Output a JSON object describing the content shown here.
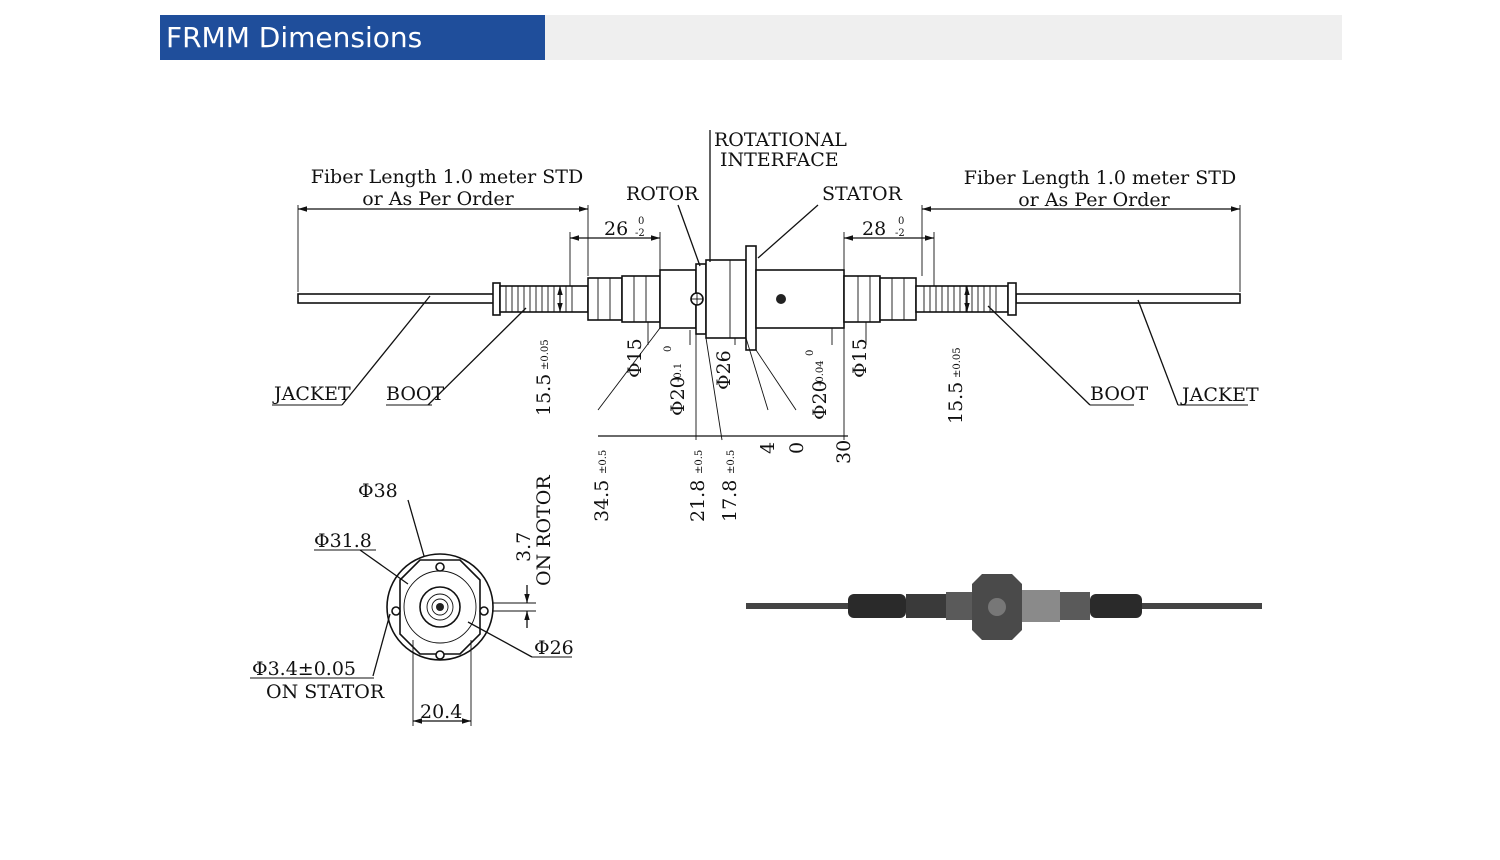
{
  "header": {
    "title": "FRMM Dimensions"
  },
  "side_view": {
    "fiber_left_1": "Fiber Length 1.0 meter STD",
    "fiber_left_2": "or As Per Order",
    "fiber_right_1": "Fiber Length 1.0 meter STD",
    "fiber_right_2": "or As Per Order",
    "rotational_1": "ROTATIONAL",
    "rotational_2": "INTERFACE",
    "rotor": "ROTOR",
    "stator": "STATOR",
    "dim_26": "26",
    "dim_26_tol_top": "0",
    "dim_26_tol_bot": "-2",
    "dim_28": "28",
    "dim_28_tol_top": "0",
    "dim_28_tol_bot": "-2",
    "jacket_left": "JACKET",
    "boot_left": "BOOT",
    "boot_right": "BOOT",
    "jacket_right": "JACKET",
    "dim_15_5_left": "15.5",
    "dim_15_5_left_tol": "±0.05",
    "dim_15_5_right": "15.5",
    "dim_15_5_right_tol": "±0.05",
    "dia_15_left": "Φ15",
    "dia_20_left": "Φ20",
    "dia_20_left_tol_top": "0",
    "dia_20_left_tol_bot": "-0.1",
    "dia_26": "Φ26",
    "dia_20_right": "Φ20",
    "dia_20_right_tol_top": "0",
    "dia_20_right_tol_bot": "-0.04",
    "dia_15_right": "Φ15",
    "dim_34_5": "34.5",
    "dim_34_5_tol": "±0.5",
    "dim_21_8": "21.8",
    "dim_21_8_tol": "±0.5",
    "dim_17_8": "17.8",
    "dim_17_8_tol": "±0.5",
    "dim_4": "4",
    "dim_0": "0",
    "dim_30": "30"
  },
  "end_view": {
    "dia_38": "Φ38",
    "dia_31_8": "Φ31.8",
    "dim_3_7": "3.7",
    "on_rotor": "ON ROTOR",
    "dia_26": "Φ26",
    "dia_3_4": "Φ3.4±0.05",
    "on_stator": "ON STATOR",
    "dim_20_4": "20.4"
  }
}
